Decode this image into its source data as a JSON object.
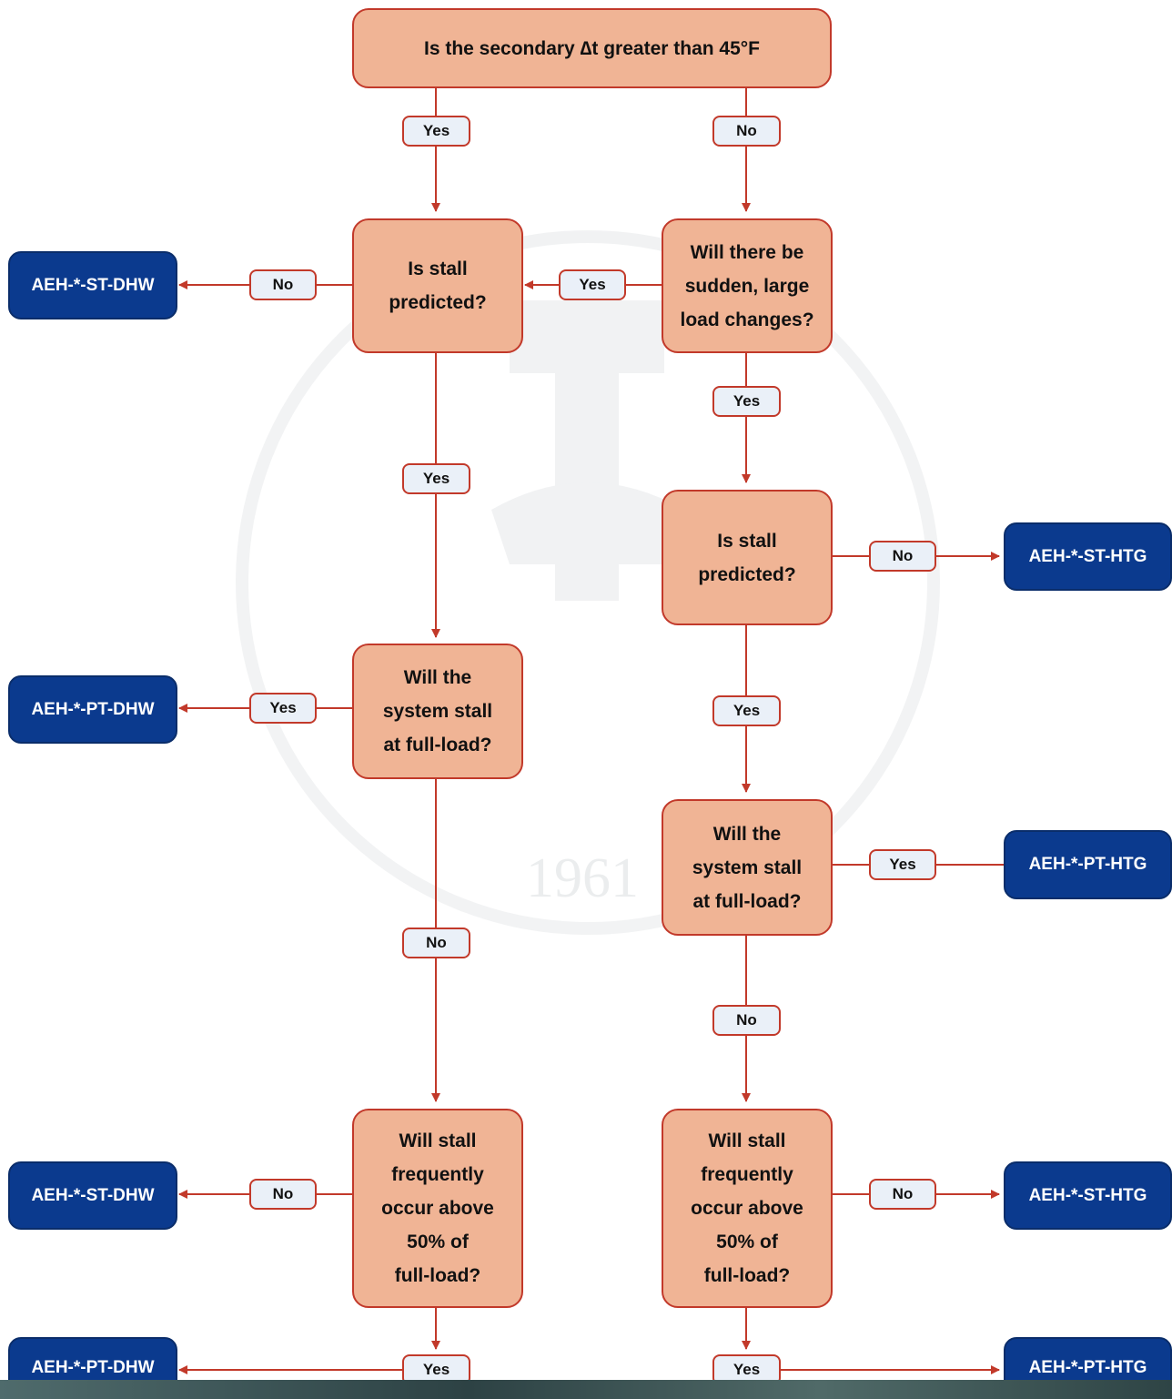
{
  "diagram": {
    "start_question": "Is the secondary ∆t greater than 45°F",
    "questions": {
      "l_stall": "Is stall\npredicted?",
      "r_sudden": "Will there be\nsudden, large\nload changes?",
      "r_stall": "Is stall\npredicted?",
      "l_fullload": "Will the\nsystem stall\nat full-load?",
      "r_fullload": "Will the\nsystem stall\nat full-load?",
      "l_freq": "Will stall\nfrequently\noccur above\n50% of\nfull-load?",
      "r_freq": "Will stall\nfrequently\noccur above\n50% of\nfull-load?"
    },
    "labels": {
      "yes": "Yes",
      "no": "No"
    },
    "results": {
      "st_dhw": "AEH-*-ST-DHW",
      "pt_dhw": "AEH-*-PT-DHW",
      "st_htg": "AEH-*-ST-HTG",
      "pt_htg": "AEH-*-PT-HTG"
    },
    "watermark_text": "1961",
    "colors": {
      "question_fill": "#f0b495",
      "outline": "#c2392a",
      "arrow": "#c2392a",
      "label_fill": "#eaf0f8",
      "result_fill": "#0b3a8e",
      "result_text": "#ffffff"
    }
  }
}
